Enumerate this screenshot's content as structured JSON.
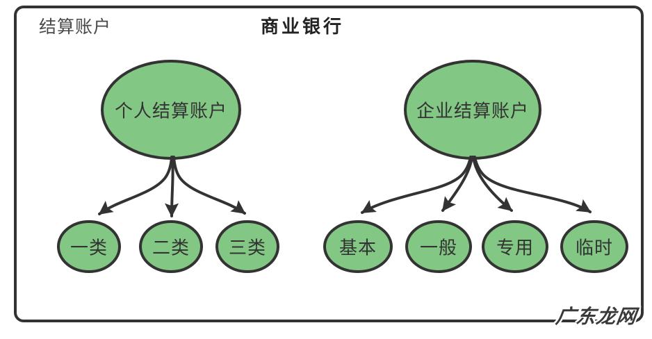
{
  "header": {
    "subtitle": "结算账户",
    "title": "商业银行"
  },
  "diagram": {
    "type": "tree",
    "node_fill": "#83c784",
    "node_stroke": "#333333",
    "edge_color": "#333333",
    "trees": [
      {
        "root": {
          "label": "个人结算账户"
        },
        "children": [
          {
            "label": "一类"
          },
          {
            "label": "二类"
          },
          {
            "label": "三类"
          }
        ]
      },
      {
        "root": {
          "label": "企业结算账户"
        },
        "children": [
          {
            "label": "基本"
          },
          {
            "label": "一般"
          },
          {
            "label": "专用"
          },
          {
            "label": "临时"
          }
        ]
      }
    ]
  },
  "watermark": {
    "text": "广东龙网"
  }
}
